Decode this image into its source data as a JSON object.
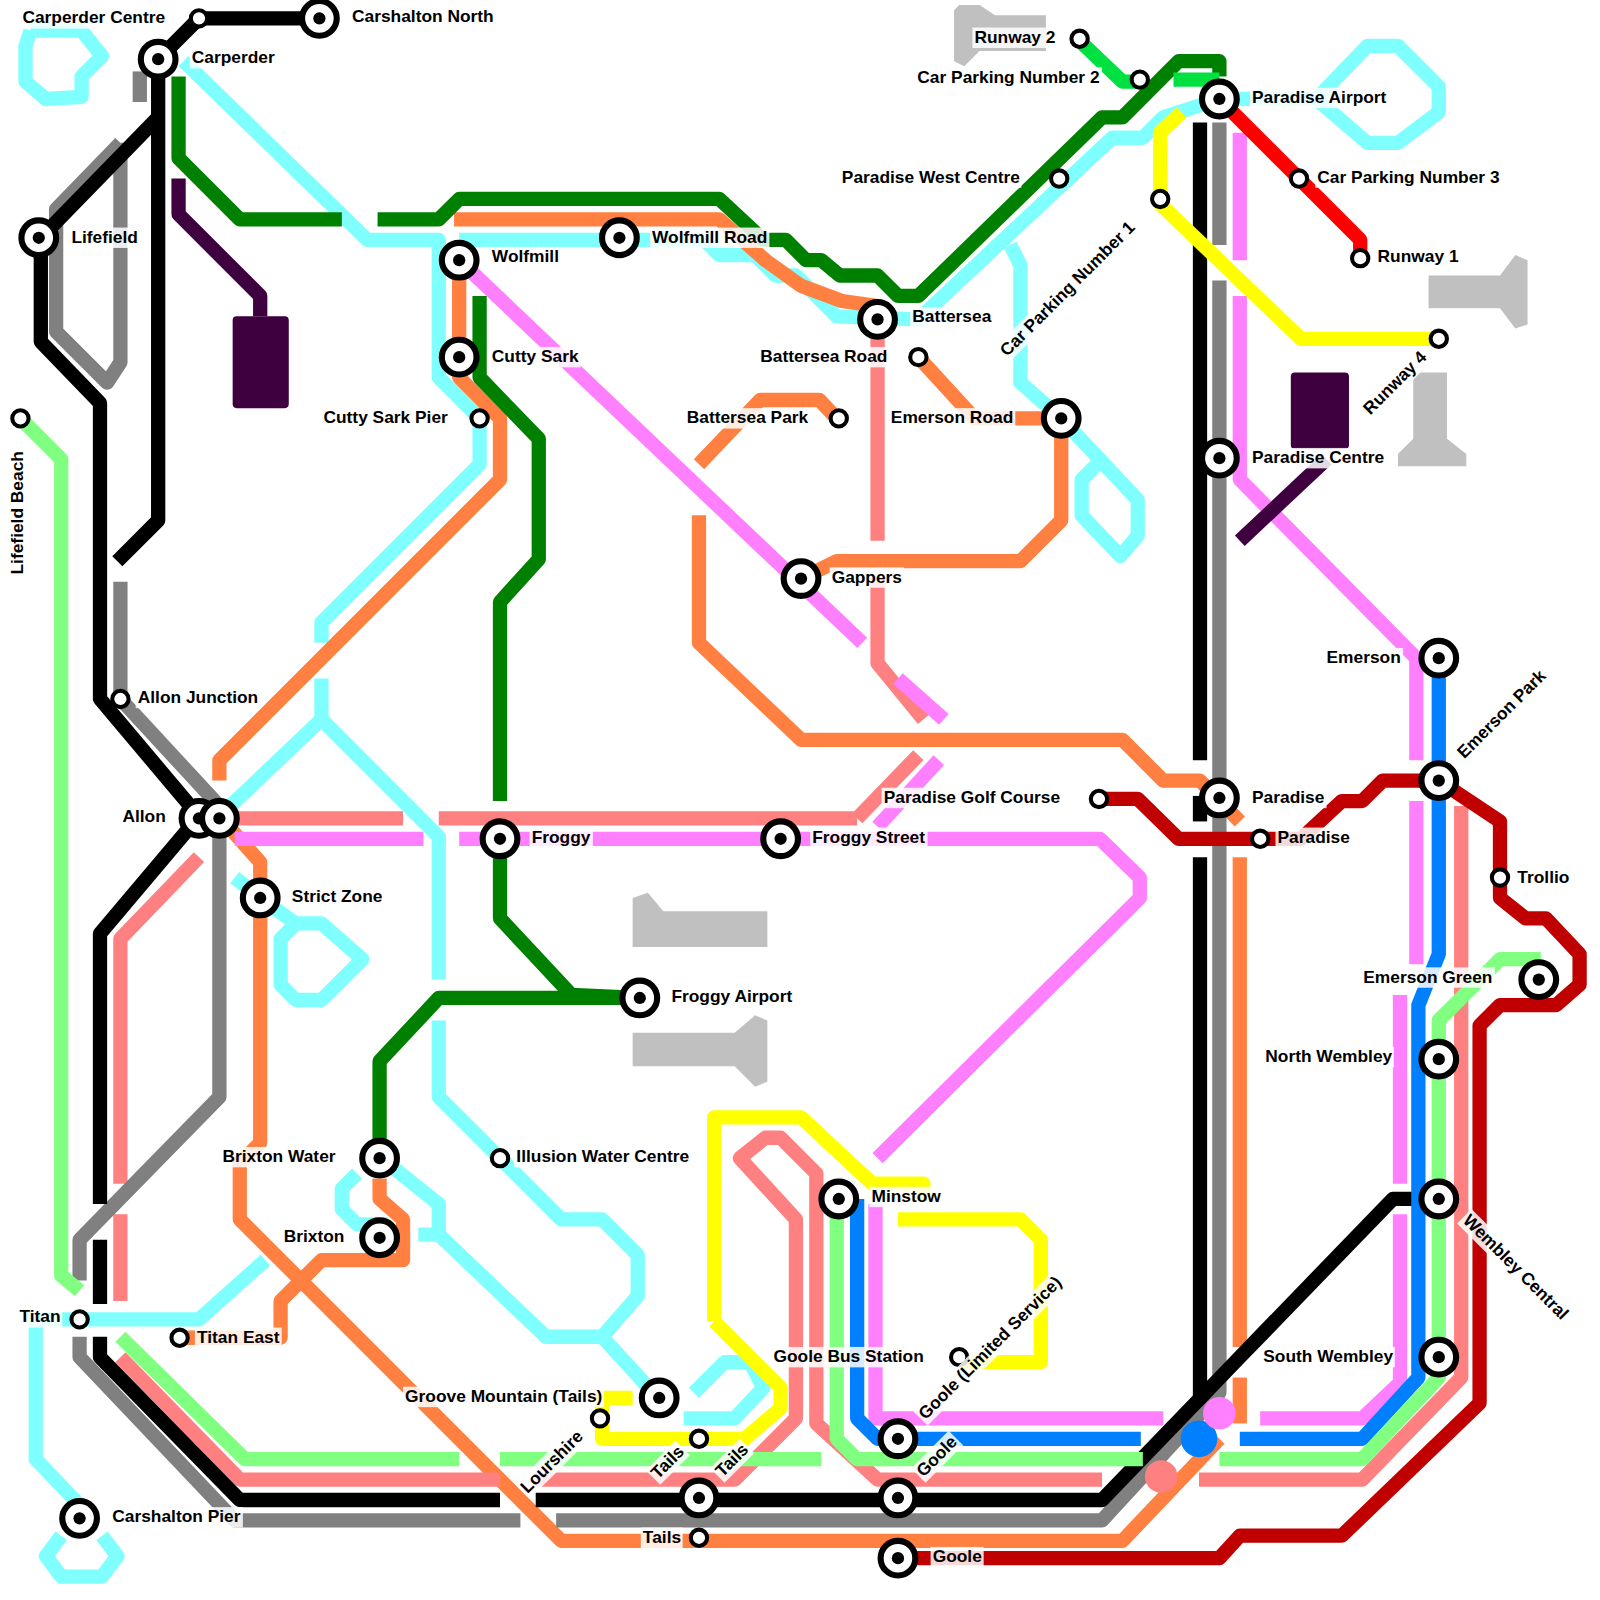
{
  "diagram": {
    "labels": [
      "Carperder Centre",
      "Carshalton North",
      "Carperder",
      "Runway 2",
      "Car Parking Number 2",
      "Paradise Airport",
      "Paradise West Centre",
      "Car Parking Number 3",
      "Car Parking Number 1",
      "Runway 1",
      "Lifefield",
      "Wolfmill",
      "Wolfmill Road",
      "Battersea",
      "Battersea Road",
      "Cutty Sark",
      "Runway 4",
      "Cutty Sark Pier",
      "Battersea Park",
      "Emerson Road",
      "Paradise Centre",
      "Lifefield Beach",
      "Gappers",
      "Emerson",
      "Emerson Park",
      "Allon Junction",
      "Paradise Golf Course",
      "Paradise",
      "Allon",
      "Froggy",
      "Froggy Street",
      "Paradise",
      "Trollio",
      "Strict Zone",
      "Emerson Green",
      "Froggy Airport",
      "North Wembley",
      "Brixton Water",
      "Illusion Water Centre",
      "Minstow",
      "Wembley Central",
      "Brixton",
      "Goole (Limited Service)",
      "Titan",
      "Titan East",
      "Goole Bus Station",
      "South Wembley",
      "Groove Mountain (Tails)",
      "Lourshire",
      "Tails",
      "Tails",
      "Goole",
      "Carshalton Pier",
      "Tails",
      "Goole"
    ]
  }
}
